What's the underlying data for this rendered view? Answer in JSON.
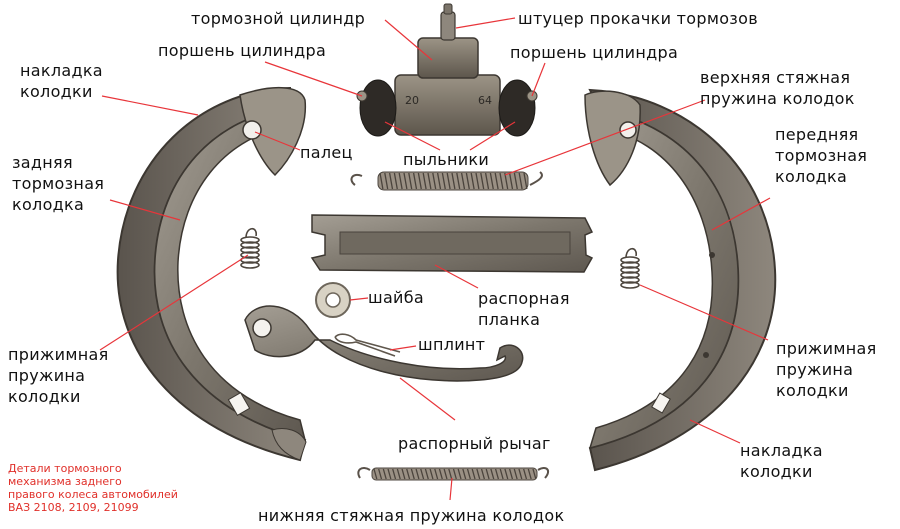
{
  "labels": {
    "cylinder": "тормозной цилиндр",
    "bleeder": "штуцер прокачки тормозов",
    "piston_left": "поршень цилиндра",
    "piston_right": "поршень цилиндра",
    "lining_top": [
      "накладка",
      "колодки"
    ],
    "upper_spring": [
      "верхняя стяжная",
      "пружина колодок"
    ],
    "finger": "палец",
    "boots": "пыльники",
    "front_shoe": [
      "передняя",
      "тормозная",
      "колодка"
    ],
    "rear_shoe": [
      "задняя",
      "тормозная",
      "колодка"
    ],
    "washer": "шайба",
    "strut": [
      "распорная",
      "планка"
    ],
    "cotter": "шплинт",
    "hold_spring_left": [
      "прижимная",
      "пружина",
      "колодки"
    ],
    "hold_spring_right": [
      "прижимная",
      "пружина",
      "колодки"
    ],
    "lever": "распорный рычаг",
    "lining_bottom": [
      "накладка",
      "колодки"
    ],
    "lower_spring": "нижняя стяжная пружина колодок"
  },
  "caption": [
    "Детали тормозного",
    "механизма заднего",
    "правого колеса автомобилей",
    "ВАЗ 2108, 2109, 21099"
  ],
  "cylinder_markings": [
    "20",
    "64"
  ],
  "colors": {
    "leader": "#e8353a",
    "caption": "#e0302a",
    "metal": "#8a8478",
    "metal_dark": "#55504a",
    "spring": "#7a7066"
  }
}
